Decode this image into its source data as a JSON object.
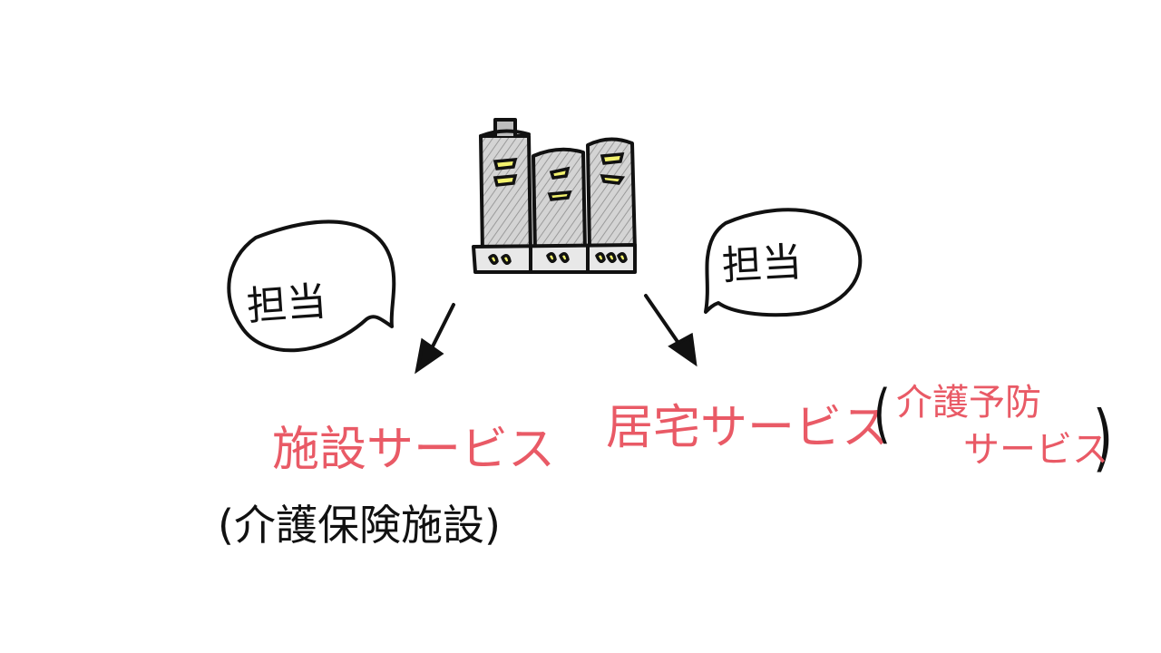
{
  "colors": {
    "ink": "#111111",
    "accent_red": "#e95a66",
    "building_fill": "#c8c8c8",
    "window_yellow": "#f3f26e"
  },
  "icons": {
    "building": "building-icon",
    "arrows": "arrow-icon",
    "bubbles": "speech-bubble-icon"
  },
  "diagram": {
    "bubble_left": "担当",
    "bubble_right": "担当",
    "facility": {
      "label": "施設サービス",
      "note_paren_open": "(",
      "note": "介護保険施設",
      "note_paren_close": ")"
    },
    "home": {
      "label": "居宅サービス",
      "note_line1": "介護予防",
      "note_line2": "サービス",
      "note_paren_open": "(",
      "note_paren_close": ")"
    }
  }
}
